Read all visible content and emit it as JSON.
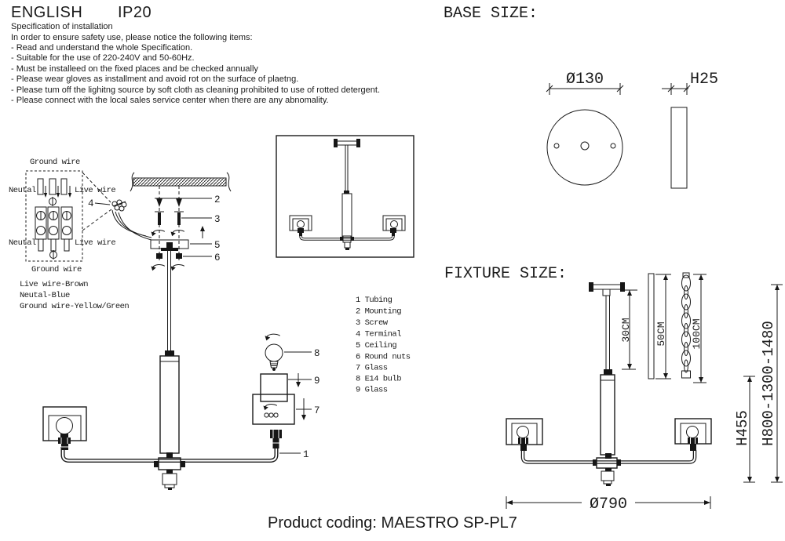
{
  "header": {
    "language": "ENGLISH",
    "ip_rating": "IP20",
    "spec_title": "Specification of installation",
    "spec_intro": "In order to ensure safety use, please notice the following items:",
    "spec_items": [
      "- Read and understand the whole Specification.",
      "- Suitable for the use of 220-240V and 50-60Hz.",
      "- Must be installeed on the fixed places and be checked annually",
      "- Please wear gloves as installment and avoid rot on the surface of plaetng.",
      "- Please tum off the lighitng source by soft cloth as cleaning prohibited to use of rotted detergent.",
      "- Please connect with the local sales service center when there are any abnomality."
    ]
  },
  "base_size": {
    "title": "BASE SIZE:",
    "diameter_label": "Ø130",
    "thickness_label": "H25"
  },
  "wiring": {
    "top_ground": "Ground wire",
    "top_neutral": "Neutal",
    "top_live": "Live wire",
    "bottom_neutral": "Neutal",
    "bottom_live": "Live wire",
    "bottom_ground": "Ground wire",
    "legend": [
      "Live wire-Brown",
      "Neutal-Blue",
      "Ground wire-Yellow/Green"
    ]
  },
  "callouts": {
    "tubing": "1",
    "mounting": "2",
    "screw": "3",
    "terminal": "4",
    "ceiling": "5",
    "round_nuts": "6",
    "glass_outer": "7",
    "e14_bulb": "8",
    "glass_inner": "9"
  },
  "parts": [
    "1 Tubing",
    "2 Mounting",
    "3 Screw",
    "4 Terminal",
    "5 Ceiling",
    "6 Round nuts",
    "7 Glass",
    "8 E14 bulb",
    "9 Glass"
  ],
  "fixture_size": {
    "title": "FIXTURE SIZE:",
    "rod_label": "30CM",
    "tube_label": "50CM",
    "chain_label": "100CM",
    "arm_height_label": "H455",
    "overall_height_label": "H800-1300-1480",
    "diameter_label": "Ø790"
  },
  "footer": {
    "product_coding": "Product coding: MAESTRO SP-PL7"
  }
}
